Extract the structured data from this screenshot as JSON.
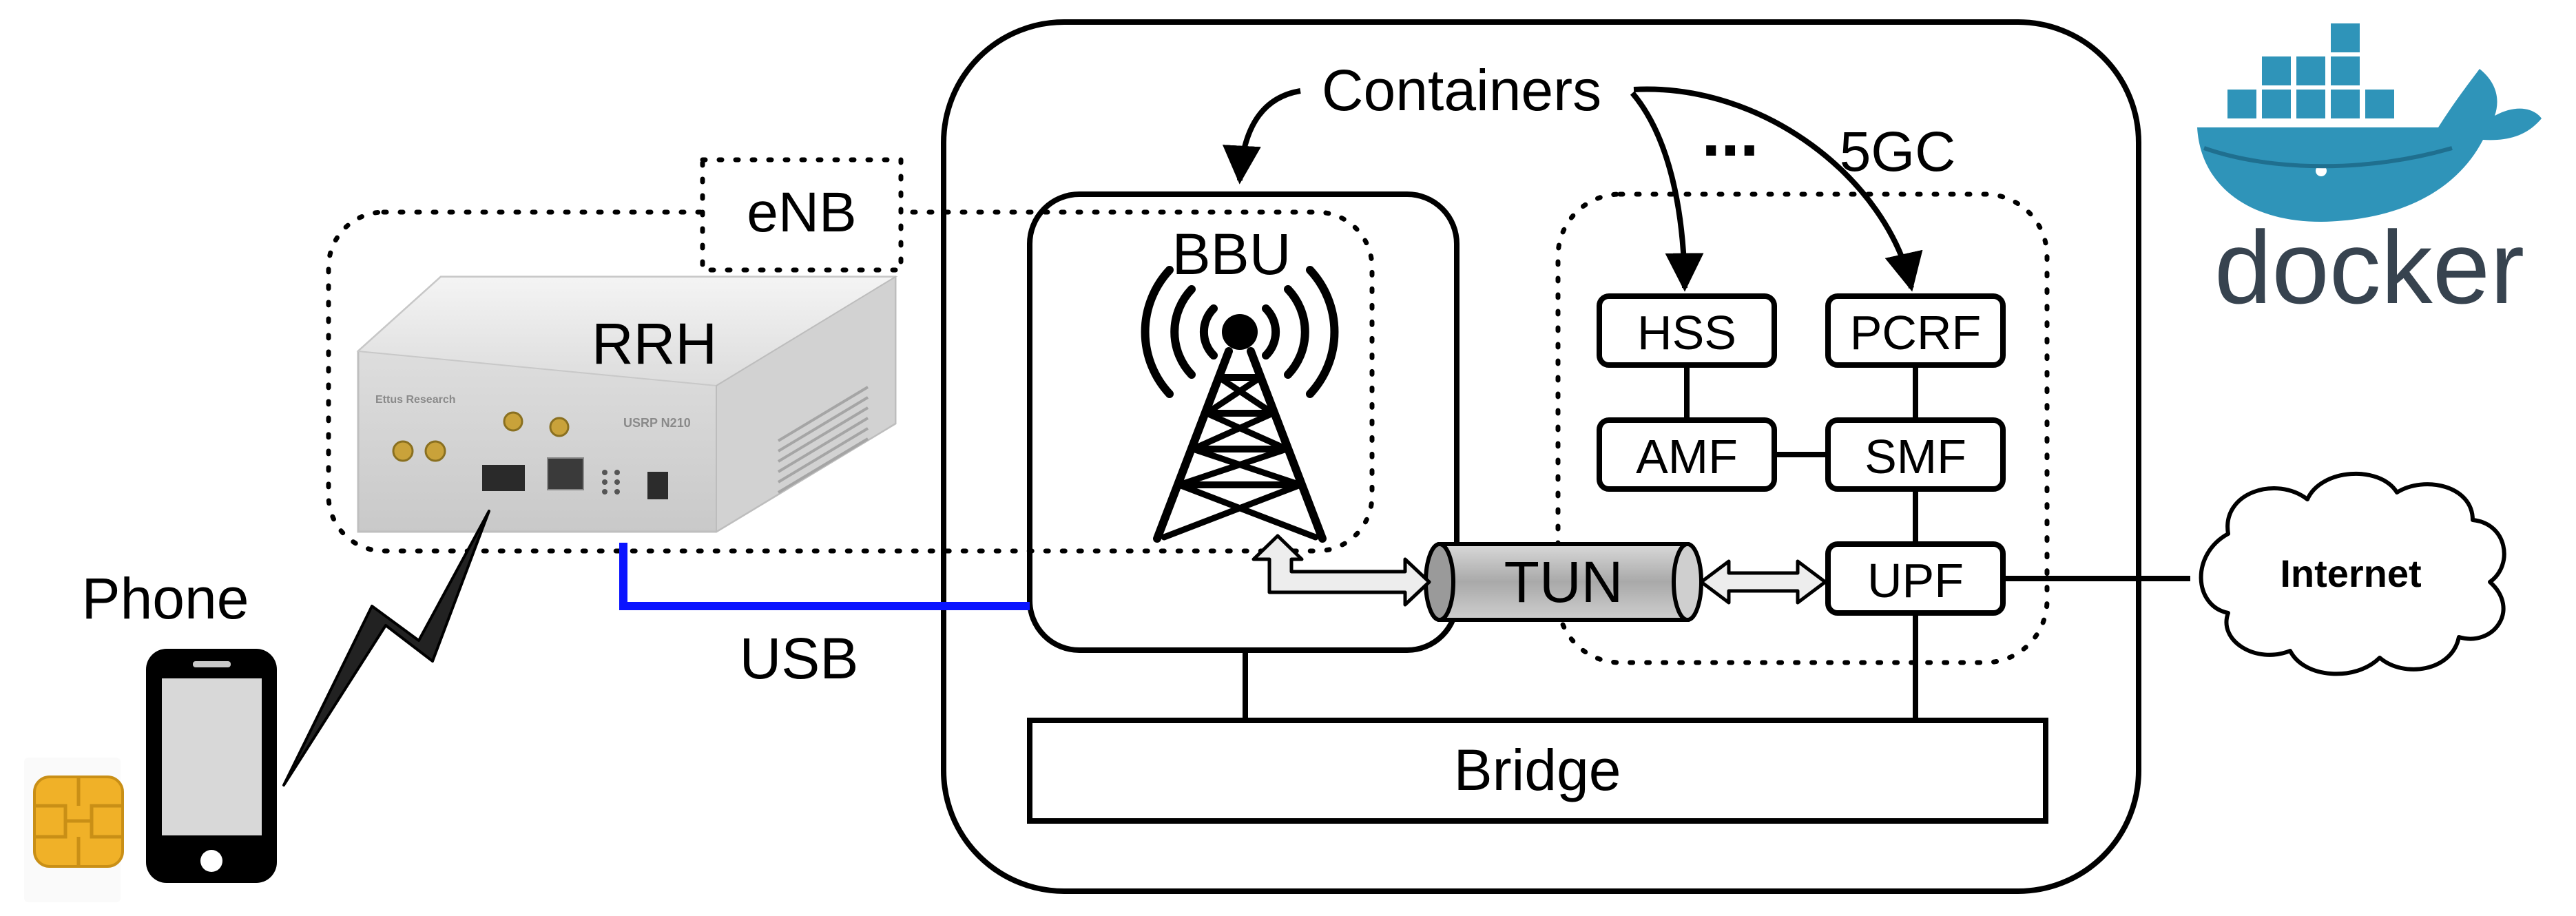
{
  "labels": {
    "containers": "Containers",
    "ellipsis": "...",
    "fivegc": "5GC",
    "enb": "eNB",
    "rrh": "RRH",
    "bbu": "BBU",
    "hss": "HSS",
    "pcrf": "PCRF",
    "amf": "AMF",
    "smf": "SMF",
    "upf": "UPF",
    "tun": "TUN",
    "bridge": "Bridge",
    "internet": "Internet",
    "phone": "Phone",
    "usb": "USB",
    "docker": "docker"
  },
  "device": {
    "brand": "Ettus Research",
    "model": "USRP N210"
  },
  "colors": {
    "usb_line": "#0a14ff",
    "docker_blue": "#2f94b9",
    "docker_text": "#37434f",
    "tun_fill": "#b9b9b9",
    "sim_gold": "#f0b128"
  },
  "icons": {
    "antenna": "radio-tower-icon",
    "phone": "smartphone-icon",
    "sim": "sim-card-icon",
    "cloud": "cloud-icon",
    "docker": "docker-whale-logo"
  }
}
